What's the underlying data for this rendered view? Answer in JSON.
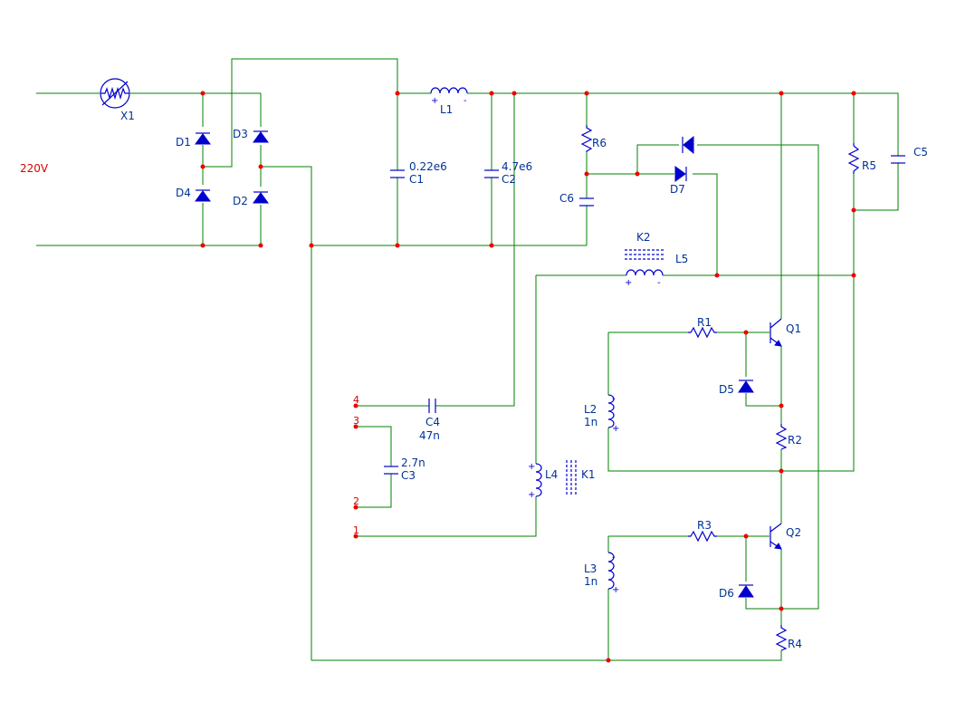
{
  "source_label": "220V",
  "components": {
    "X1": {
      "name": "X1"
    },
    "D1": {
      "name": "D1"
    },
    "D2": {
      "name": "D2"
    },
    "D3": {
      "name": "D3"
    },
    "D4": {
      "name": "D4"
    },
    "D5": {
      "name": "D5"
    },
    "D6": {
      "name": "D6"
    },
    "D7": {
      "name": "D7"
    },
    "L1": {
      "name": "L1"
    },
    "C1": {
      "name": "C1",
      "value": "0.22e6"
    },
    "C2": {
      "name": "C2",
      "value": "4.7e6"
    },
    "C3": {
      "name": "C3",
      "value": "2.7n"
    },
    "C4": {
      "name": "C4",
      "value": "47n"
    },
    "C5": {
      "name": "C5"
    },
    "C6": {
      "name": "C6"
    },
    "R1": {
      "name": "R1"
    },
    "R2": {
      "name": "R2"
    },
    "R3": {
      "name": "R3"
    },
    "R4": {
      "name": "R4"
    },
    "R5": {
      "name": "R5"
    },
    "R6": {
      "name": "R6"
    },
    "K1": {
      "name": "K1"
    },
    "K2": {
      "name": "K2"
    },
    "L2": {
      "name": "L2",
      "value": "1n"
    },
    "L3": {
      "name": "L3",
      "value": "1n"
    },
    "L4": {
      "name": "L4"
    },
    "L5": {
      "name": "L5"
    },
    "Q1": {
      "name": "Q1"
    },
    "Q2": {
      "name": "Q2"
    }
  },
  "pins": {
    "p1": "1",
    "p2": "2",
    "p3": "3",
    "p4": "4"
  },
  "polarity": {
    "plus": "+",
    "minus": "-"
  }
}
